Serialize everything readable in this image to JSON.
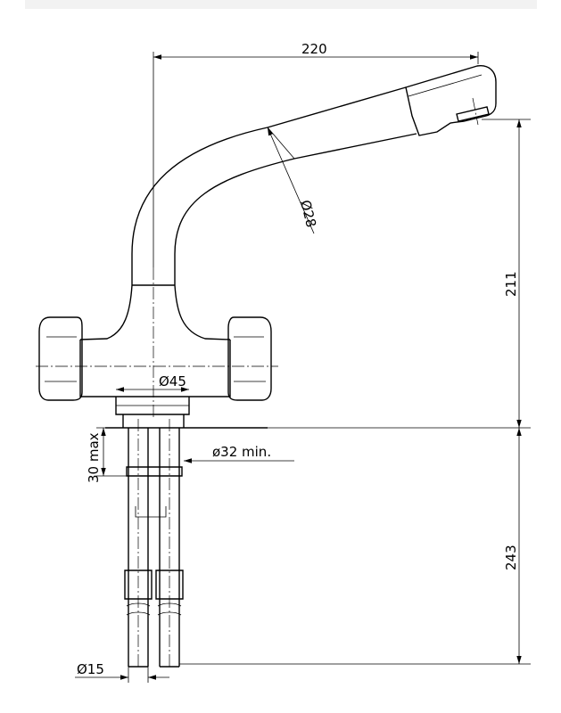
{
  "drawing": {
    "subject": "",
    "dimensions": {
      "overall_width": "220",
      "spout_diameter": "Ø28",
      "spout_height": "211",
      "base_diameter": "Ø45",
      "hole_diameter": "ø32 min.",
      "max_deck_thickness": "30 max",
      "below_deck_length": "243",
      "supply_pipe_diameter": "Ø15"
    }
  }
}
